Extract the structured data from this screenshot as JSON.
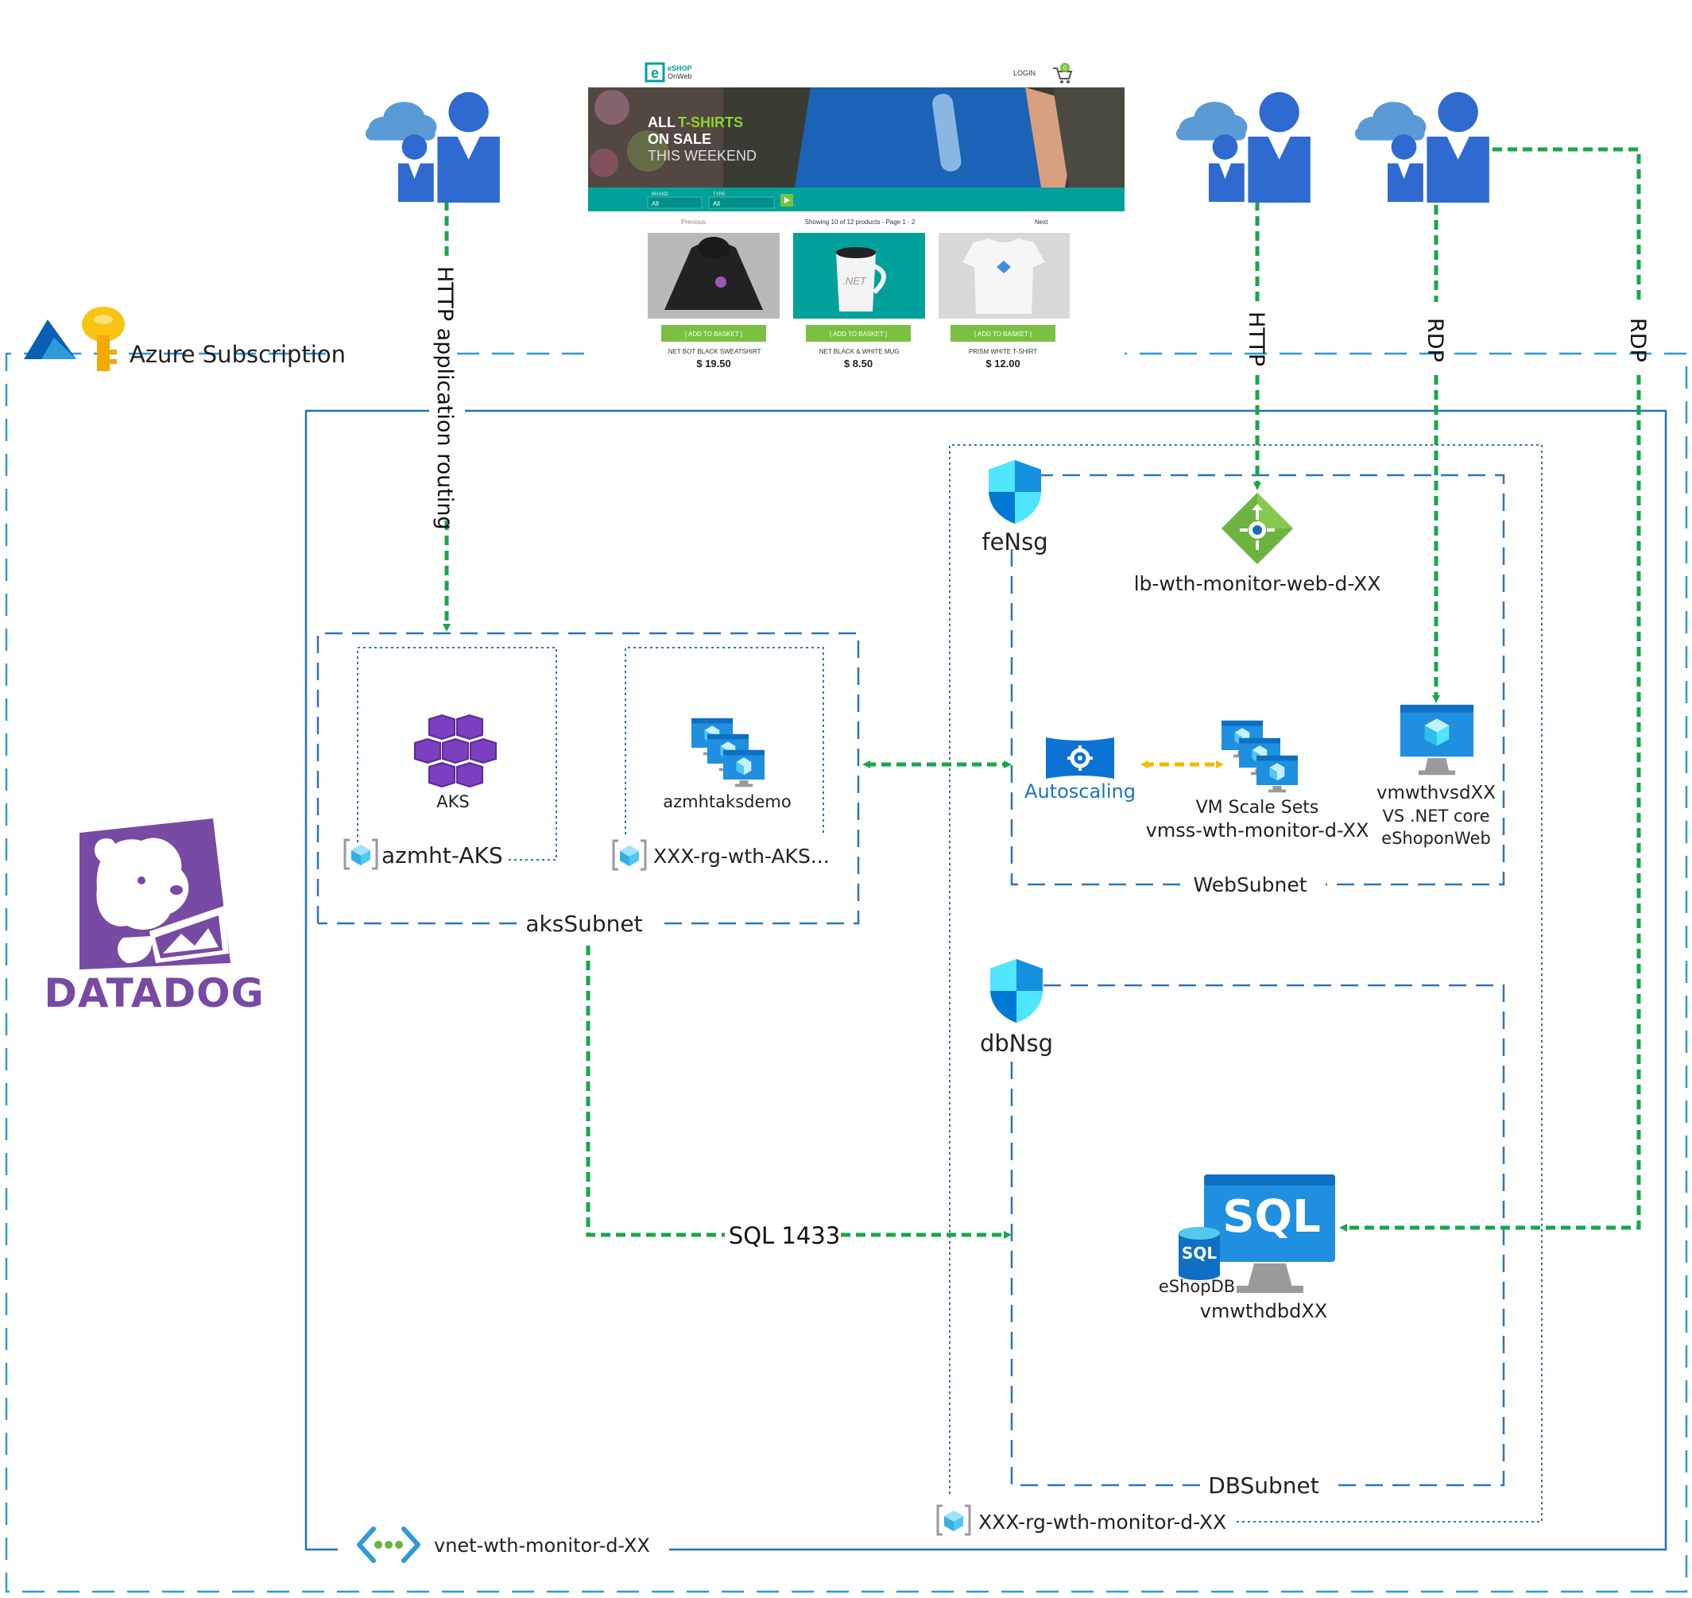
{
  "subscription": {
    "label": "Azure Subscription"
  },
  "vnet": {
    "label": "vnet-wth-monitor-d-XX"
  },
  "rg_monitor": {
    "label": "XXX-rg-wth-monitor-d-XX"
  },
  "aks_subnet": {
    "label": "aksSubnet",
    "aks_cluster": {
      "icon_label": "AKS",
      "name": "azmht-AKS"
    },
    "aks_rg": {
      "icon_label": "azmhtaksdemo",
      "name": "XXX-rg-wth-AKS..."
    }
  },
  "fe_nsg": {
    "label": "feNsg"
  },
  "db_nsg": {
    "label": "dbNsg"
  },
  "web_subnet": {
    "label": "WebSubnet",
    "load_balancer": "lb-wth-monitor-web-d-XX",
    "autoscaling": "Autoscaling",
    "vmss": {
      "line1": "VM Scale Sets",
      "line2": "vmss-wth-monitor-d-XX"
    },
    "vm": {
      "line1": "vmwthvsdXX",
      "line2": "VS .NET core",
      "line3": "eShoponWeb"
    }
  },
  "db_subnet": {
    "label": "DBSubnet",
    "sql_badge": "SQL",
    "sql_screen": "SQL",
    "db_name": "eShopDB",
    "vm_name": "vmwthdbdXX"
  },
  "connections": {
    "http_routing": "HTTP application routing",
    "http": "HTTP",
    "rdp_1": "RDP",
    "rdp_2": "RDP",
    "sql": "SQL 1433"
  },
  "datadog": {
    "wordmark": "DATADOG"
  },
  "shop": {
    "logo_top": "eSHOP",
    "logo_bottom": "OnWeb",
    "login": "LOGIN",
    "cart_count": "0",
    "banner_line1a": "ALL",
    "banner_line1b": "T-SHIRTS",
    "banner_line2": "ON SALE",
    "banner_line3": "THIS WEEKEND",
    "filter_brand_label": "BRAND",
    "filter_brand_value": "All",
    "filter_type_label": "TYPE",
    "filter_type_value": "All",
    "pager_prev": "Previous",
    "pager_info": "Showing 10 of 12 products - Page 1 - 2",
    "pager_next": "Next",
    "add_to_basket": "[ ADD TO BASKET ]",
    "products": [
      {
        "name": ".NET BOT BLACK SWEATSHIRT",
        "price": "$ 19.50"
      },
      {
        "name": ".NET BLACK & WHITE MUG",
        "price": "$ 8.50"
      },
      {
        "name": "PRISM WHITE T-SHIRT",
        "price": "$ 12.00"
      }
    ],
    "mug_text": ".NET"
  },
  "colors": {
    "azure_blue": "#1e73be",
    "dashed_blue": "#2e75b6",
    "green_flow": "#1aa64a",
    "orange_flow": "#f5b700",
    "datadog_purple": "#774aa4",
    "user_blue": "#2f6ad0",
    "cloud_blue": "#5b9bd5",
    "shop_teal": "#00a19a"
  }
}
